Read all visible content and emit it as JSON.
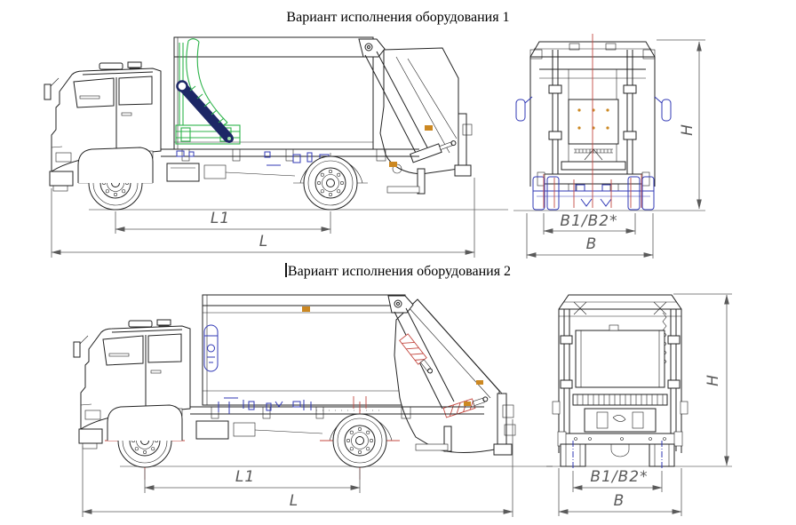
{
  "drawing": {
    "variant1": {
      "title": "Вариант исполнения оборудования 1",
      "dims": {
        "wheelbase": "L1",
        "length": "L",
        "track": "B1/B2*",
        "width": "B",
        "height": "H"
      }
    },
    "variant2": {
      "title": "Вариант исполнения оборудования 2",
      "dims": {
        "wheelbase": "L1",
        "length": "L",
        "track": "B1/B2*",
        "width": "B",
        "height": "H"
      }
    },
    "colors": {
      "line": "#232323",
      "dim": "#5a5a5a",
      "green": "#2db34a",
      "navy": "#1d2766",
      "blue": "#3038b6",
      "red": "#c44a42",
      "orange": "#cc8822"
    }
  }
}
